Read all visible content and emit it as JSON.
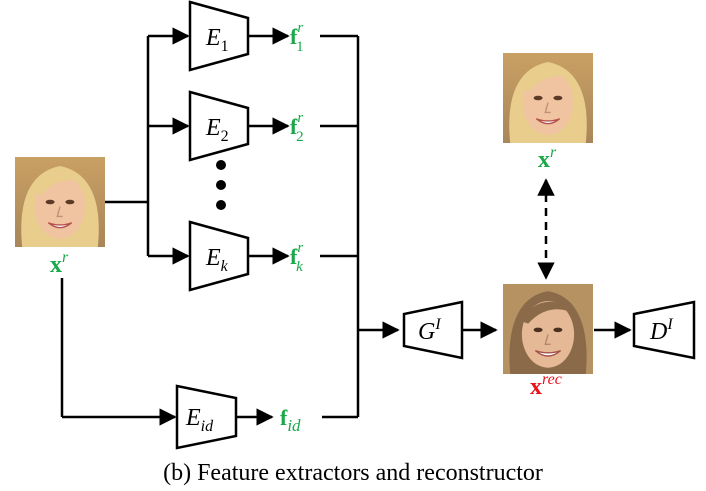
{
  "colors": {
    "green": "#1aa84a",
    "red": "#e8131b",
    "line": "#000000",
    "skin": "#e2b592",
    "hair": "#e3c98a",
    "bg_face": "#d7b27c"
  },
  "icons": {
    "face": "face-photo-icon"
  },
  "encoders": {
    "e1": {
      "base": "E",
      "sub": "1"
    },
    "e2": {
      "base": "E",
      "sub": "2"
    },
    "ek": {
      "base": "E",
      "sub": "k"
    },
    "eid": {
      "base": "E",
      "sub": "id"
    },
    "gen": {
      "base": "G",
      "sup": "I"
    },
    "disc": {
      "base": "D",
      "sup": "I"
    }
  },
  "features": {
    "f1": {
      "base": "f",
      "sub": "1",
      "sup": "r"
    },
    "f2": {
      "base": "f",
      "sub": "2",
      "sup": "r"
    },
    "fk": {
      "base": "f",
      "sub": "k",
      "sup": "r"
    },
    "fid": {
      "base": "f",
      "sub": "id"
    }
  },
  "images": {
    "input_label": {
      "base": "x",
      "sup": "r"
    },
    "target_label": {
      "base": "x",
      "sup": "r"
    },
    "rec_label": {
      "base": "x",
      "sup": "rec"
    }
  },
  "caption": "(b) Feature extractors and reconstructor"
}
